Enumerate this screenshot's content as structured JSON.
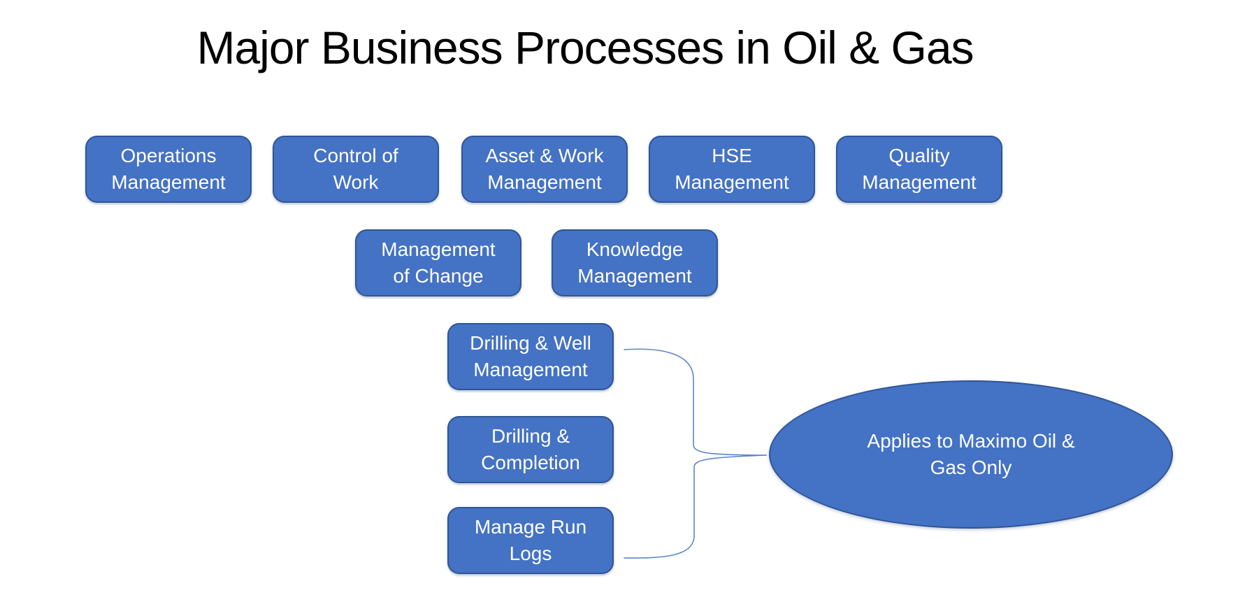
{
  "title": "Major Business Processes in Oil & Gas",
  "rows": {
    "top": [
      {
        "label": "Operations\nManagement"
      },
      {
        "label": "Control of\nWork"
      },
      {
        "label": "Asset & Work\nManagement"
      },
      {
        "label": "HSE\nManagement"
      },
      {
        "label": "Quality\nManagement"
      }
    ],
    "middle": [
      {
        "label": "Management\nof Change"
      },
      {
        "label": "Knowledge\nManagement"
      }
    ],
    "drilling": [
      {
        "label": "Drilling & Well\nManagement"
      },
      {
        "label": "Drilling &\nCompletion"
      },
      {
        "label": "Manage Run\nLogs"
      }
    ]
  },
  "callout": {
    "label": "Applies to Maximo Oil &\nGas Only"
  },
  "colors": {
    "box_fill": "#4472C4",
    "box_border": "#2F5597",
    "box_text": "#FFFFFF",
    "brace_line": "#5B84CC",
    "title_text": "#000000",
    "background": "#FFFFFF"
  }
}
